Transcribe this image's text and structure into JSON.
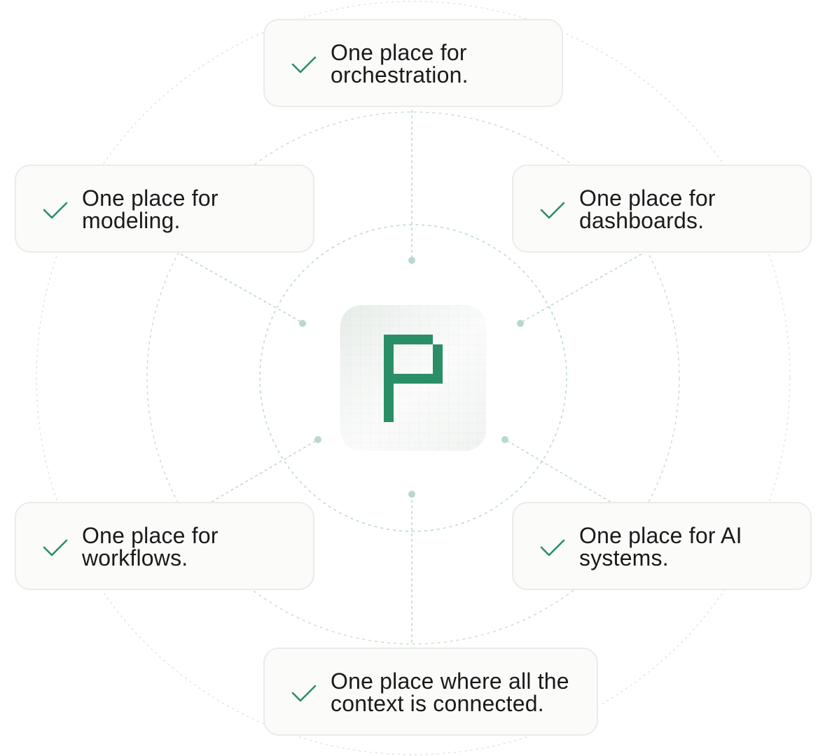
{
  "colors": {
    "accent_green": "#2a8f66",
    "connector": "#b9d9c9",
    "outer_ring": "#dce7e1",
    "card_border": "#ebebea",
    "card_bg": "#fbfbfa",
    "text": "#1a1a1a"
  },
  "center": {
    "logo_icon": "pixel-p-logo-icon"
  },
  "cards": {
    "orchestration": {
      "icon": "check-icon",
      "text": "One place for\norchestration."
    },
    "modeling": {
      "icon": "check-icon",
      "text": "One place for\nmodeling."
    },
    "dashboards": {
      "icon": "check-icon",
      "text": "One place for\ndashboards."
    },
    "workflows": {
      "icon": "check-icon",
      "text": "One place for\nworkflows."
    },
    "ai_systems": {
      "icon": "check-icon",
      "text": "One place for AI\nsystems."
    },
    "context": {
      "icon": "check-icon",
      "text": "One place where all the\ncontext is connected."
    }
  }
}
